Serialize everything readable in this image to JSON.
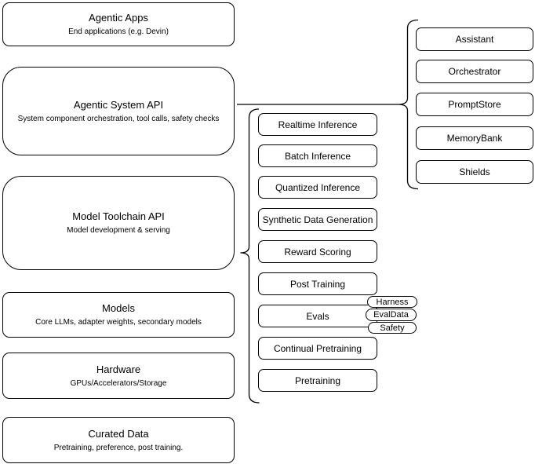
{
  "diagram": {
    "left_column": [
      {
        "title": "Agentic Apps",
        "subtitle": "End applications (e.g. Devin)"
      },
      {
        "title": "Agentic System API",
        "subtitle": "System component orchestration, tool calls, safety checks"
      },
      {
        "title": "Model Toolchain API",
        "subtitle": "Model development & serving"
      },
      {
        "title": "Models",
        "subtitle": "Core LLMs, adapter weights, secondary models"
      },
      {
        "title": "Hardware",
        "subtitle": "GPUs/Accelerators/Storage"
      },
      {
        "title": "Curated Data",
        "subtitle": "Pretraining, preference, post training."
      }
    ],
    "toolchain_items": [
      "Realtime Inference",
      "Batch Inference",
      "Quantized Inference",
      "Synthetic Data Generation",
      "Reward Scoring",
      "Post Training",
      "Evals",
      "Continual Pretraining",
      "Pretraining"
    ],
    "evals_tags": [
      "Harness",
      "EvalData",
      "Safety"
    ],
    "system_components": [
      "Assistant",
      "Orchestrator",
      "PromptStore",
      "MemoryBank",
      "Shields"
    ],
    "colors": {
      "stroke": "#000000",
      "shape_fill": "#ffffff",
      "background": "#ffffff"
    }
  }
}
